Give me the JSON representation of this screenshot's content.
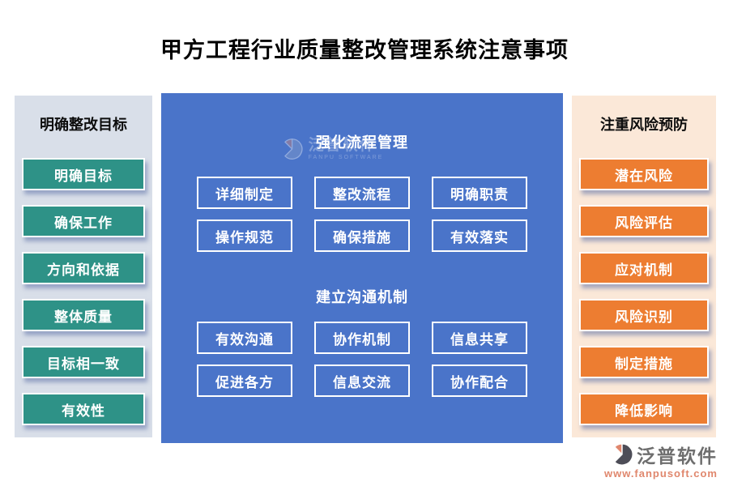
{
  "title": "甲方工程行业质量整改管理系统注意事项",
  "colors": {
    "left_panel_bg": "#d9dfe9",
    "center_panel_bg": "#4a74c9",
    "right_panel_bg": "#fbe8d8",
    "teal_button": "#2e9287",
    "orange_button": "#ed7d31",
    "button_border": "#ffffff",
    "brand_text": "#6e6e6e",
    "brand_accent": "#e0876d"
  },
  "left_panel": {
    "header": "明确整改目标",
    "items": [
      "明确目标",
      "确保工作",
      "方向和依据",
      "整体质量",
      "目标相一致",
      "有效性"
    ]
  },
  "center_panel": {
    "sections": [
      {
        "header": "强化流程管理",
        "items": [
          "详细制定",
          "整改流程",
          "明确职责",
          "操作规范",
          "确保措施",
          "有效落实"
        ]
      },
      {
        "header": "建立沟通机制",
        "items": [
          "有效沟通",
          "协作机制",
          "信息共享",
          "促进各方",
          "信息交流",
          "协作配合"
        ]
      }
    ]
  },
  "right_panel": {
    "header": "注重风险预防",
    "items": [
      "潜在风险",
      "风险评估",
      "应对机制",
      "风险识别",
      "制定措施",
      "降低影响"
    ]
  },
  "watermark": {
    "name": "泛普软件",
    "subtext": "FANPU SOFTWARE"
  },
  "footer_logo": {
    "name": "泛普软件",
    "url": "www.fanpusoft.com"
  }
}
